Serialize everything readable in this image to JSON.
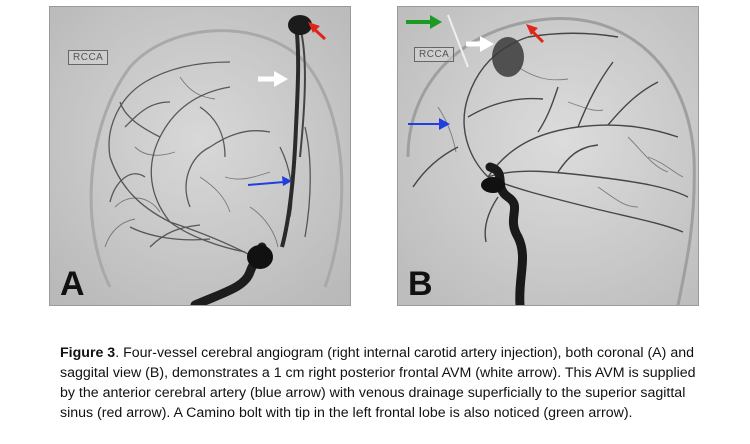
{
  "panels": [
    {
      "letter": "A",
      "overlay_label": "RCCA",
      "view": "coronal",
      "arrows": [
        {
          "color": "#e0261b",
          "name": "red-arrow"
        },
        {
          "color": "#ffffff",
          "name": "white-arrow"
        },
        {
          "color": "#1f3fe0",
          "name": "blue-arrow"
        }
      ]
    },
    {
      "letter": "B",
      "overlay_label": "RCCA",
      "view": "saggital",
      "arrows": [
        {
          "color": "#1c9a23",
          "name": "green-arrow"
        },
        {
          "color": "#ffffff",
          "name": "white-arrow"
        },
        {
          "color": "#e0261b",
          "name": "red-arrow"
        },
        {
          "color": "#1f3fe0",
          "name": "blue-arrow"
        }
      ]
    }
  ],
  "caption": {
    "label": "Figure 3",
    "text": ". Four-vessel cerebral angiogram (right internal carotid artery injection), both coronal (A) and saggital view (B), demonstrates a 1 cm right posterior frontal AVM (white arrow).  This AVM is supplied by the anterior cerebral artery (blue arrow) with venous drainage superficially to the superior sagittal sinus (red arrow).  A Camino bolt with tip in the left frontal lobe is also noticed (green arrow)."
  }
}
